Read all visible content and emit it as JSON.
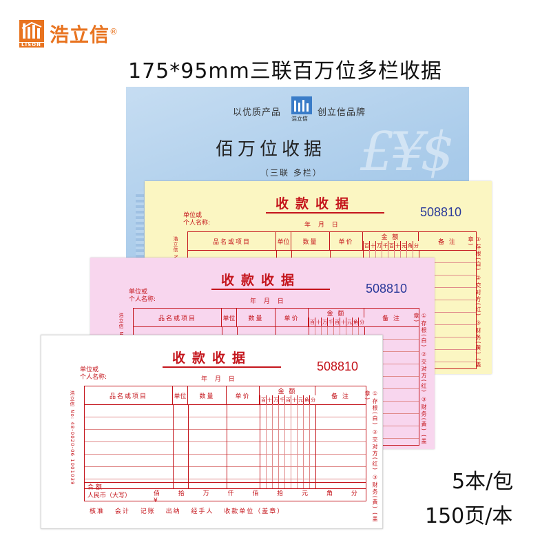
{
  "brand": {
    "name": "浩立信",
    "registered": "®",
    "logo_text": "LISON",
    "color": "#e8731f"
  },
  "product_title": "175*95mm三联百万位多栏收据",
  "cover": {
    "slogan_left": "以优质产品",
    "slogan_right": "创立信品牌",
    "logo_text": "浩立信",
    "title": "佰万位收据",
    "subtitle": "（三联 多栏）",
    "watermark": "£¥$"
  },
  "receipt": {
    "title": "收款收据",
    "serial": "508810",
    "unit_label_1": "单位或",
    "unit_label_2": "个人名称:",
    "date_label": "年 月 日",
    "columns": {
      "item": "品名或项目",
      "unit": "单位",
      "qty": "数量",
      "price": "单价",
      "amount": "金 额",
      "note": "备 注"
    },
    "digit_heads": [
      "百",
      "十",
      "万",
      "千",
      "百",
      "十",
      "元",
      "角",
      "分"
    ],
    "side_right": "①存根(白) ②交对方(红) ③财务(黄)",
    "side_right_seal": "(盖章)",
    "side_left": "浩立信 No: 48-0020-06 1001039",
    "total_label_1": "合 额",
    "total_label_2": "人民币（大写）",
    "total_units": "佰 拾 万 仟 佰 拾 元 角 分 ¥",
    "footer": "核准 会计 记账 出纳 经手人 收款单位（盖章）"
  },
  "pack": {
    "per_pack": "5本/包",
    "per_book": "150页/本"
  },
  "colors": {
    "form_red": "#c4141b",
    "serial_blue": "#2b3a9a",
    "cover_blue": "#a9cbea",
    "yellow_sheet": "#fbf6c2",
    "pink_sheet": "#f8d6ee"
  }
}
